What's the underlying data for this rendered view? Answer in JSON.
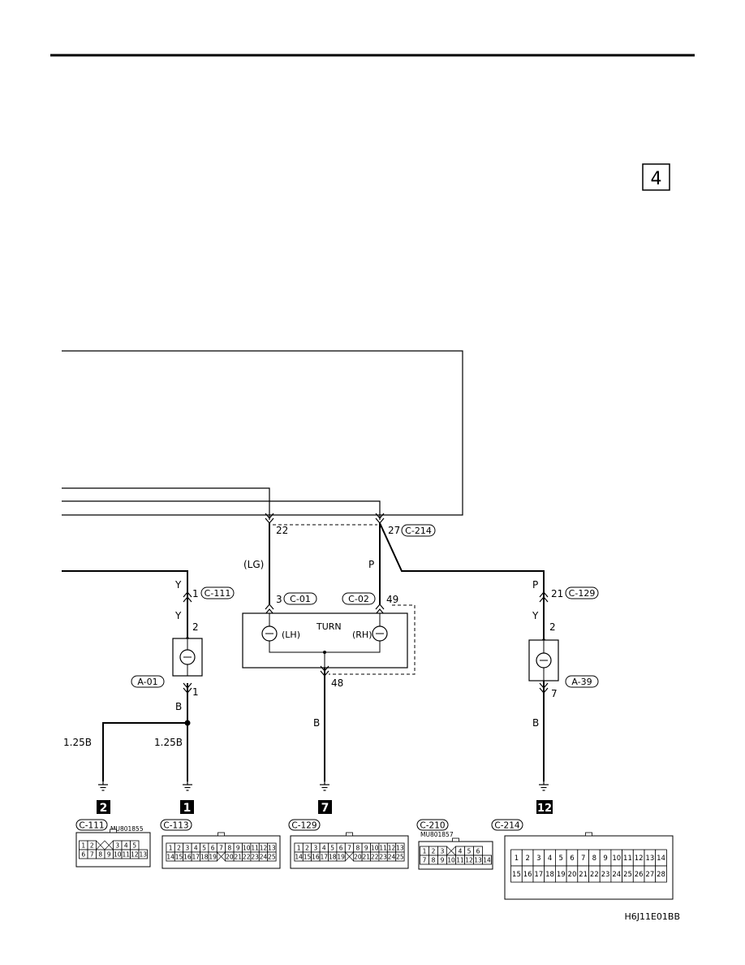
{
  "page": {
    "section_number": "4",
    "figure_code": "H6J11E01BB"
  },
  "wires": {
    "lg_color": "(LG)",
    "p_color_upper": "P",
    "p_color_right": "P",
    "y_left_1": "Y",
    "y_left_2": "Y",
    "y_right": "Y",
    "b_left": "B",
    "b_center": "B",
    "b_right": "B",
    "gauge_a": "1.25B",
    "gauge_b": "1.25B"
  },
  "terminals": {
    "t22": "22",
    "t27": "27",
    "t1_top": "1",
    "t2_left": "2",
    "t1_left": "1",
    "t3": "3",
    "t49": "49",
    "t48": "48",
    "t21": "21",
    "t2_right": "2",
    "t7": "7"
  },
  "connectors": {
    "c214": "C-214",
    "c111": "C-111",
    "c01": "C-01",
    "c02": "C-02",
    "a01": "A-01",
    "c129": "C-129",
    "a39": "A-39"
  },
  "component": {
    "name": "TURN",
    "left_lamp": "(LH)",
    "right_lamp": "(RH)"
  },
  "grounds": [
    "2",
    "1",
    "7",
    "12"
  ],
  "connector_views": [
    {
      "id": "C-111",
      "part": "MU801855",
      "row1": [
        "1",
        "2",
        "",
        "",
        "3",
        "4",
        "5"
      ],
      "row2": [
        "6",
        "7",
        "8",
        "9",
        "10",
        "11",
        "12",
        "13"
      ]
    },
    {
      "id": "C-113",
      "part": "",
      "row1": [
        "1",
        "2",
        "3",
        "4",
        "5",
        "6",
        "7",
        "8",
        "9",
        "10",
        "11",
        "12",
        "13"
      ],
      "row2": [
        "14",
        "15",
        "16",
        "17",
        "18",
        "19",
        "",
        "20",
        "21",
        "22",
        "23",
        "24",
        "25"
      ]
    },
    {
      "id": "C-129",
      "part": "",
      "row1": [
        "1",
        "2",
        "3",
        "4",
        "5",
        "6",
        "7",
        "8",
        "9",
        "10",
        "11",
        "12",
        "13"
      ],
      "row2": [
        "14",
        "15",
        "16",
        "17",
        "18",
        "19",
        "",
        "20",
        "21",
        "22",
        "23",
        "24",
        "25"
      ]
    },
    {
      "id": "C-210",
      "part": "MU801857",
      "row1": [
        "1",
        "2",
        "3",
        "",
        "4",
        "5",
        "6"
      ],
      "row2": [
        "7",
        "8",
        "9",
        "10",
        "11",
        "12",
        "13",
        "14"
      ]
    },
    {
      "id": "C-214",
      "part": "",
      "row1": [
        "1",
        "2",
        "3",
        "4",
        "5",
        "6",
        "7",
        "8",
        "9",
        "10",
        "11",
        "12",
        "13",
        "14"
      ],
      "row2": [
        "15",
        "16",
        "17",
        "18",
        "19",
        "20",
        "21",
        "22",
        "23",
        "24",
        "25",
        "26",
        "27",
        "28"
      ]
    }
  ]
}
